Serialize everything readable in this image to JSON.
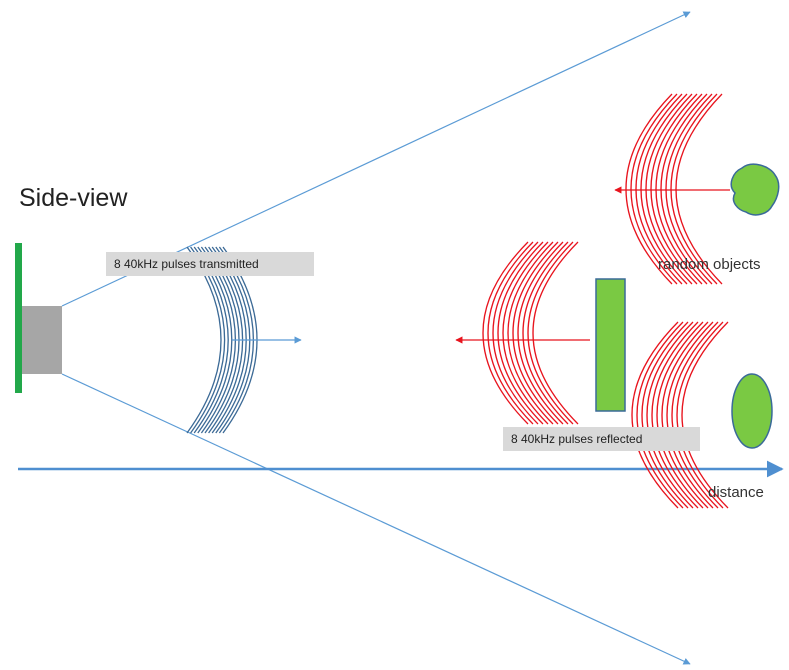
{
  "title": "Side-view",
  "labels": {
    "transmitted": "8 40kHz pulses transmitted",
    "reflected": "8 40kHz pulses reflected",
    "objects": "random objects",
    "distance": "distance"
  },
  "colors": {
    "transmitted_wave": "#3c6a96",
    "reflected_wave": "#e8141e",
    "object_fill": "#7ac943",
    "object_stroke": "#3a6a99",
    "sensor_board": "#22a84a",
    "sensor_body": "#a6a6a6",
    "beam_line": "#5b9bd5",
    "axis": "#4f8fd0",
    "label_bg": "#d9d9d9"
  },
  "icons": {
    "emitter": "ultrasonic-sensor-icon",
    "rectangle": "rectangle-object-icon",
    "blob": "blob-object-icon",
    "ellipse": "ellipse-object-icon"
  }
}
